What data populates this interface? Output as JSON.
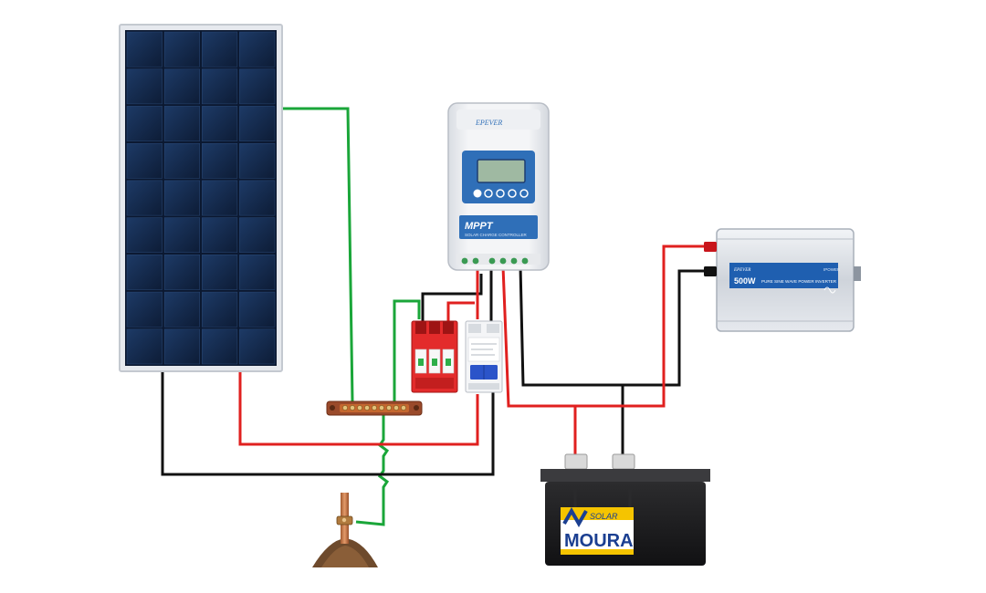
{
  "controller": {
    "brand": "EPEVER",
    "mppt_label": "MPPT",
    "subtitle": "SOLAR CHARGE CONTROLLER"
  },
  "inverter": {
    "brand": "EPEVER",
    "model": "IPOWER",
    "power": "500W",
    "description": "PURE SINE WAVE POWER INVERTER"
  },
  "battery": {
    "brand": "MOURA",
    "line": "SOLAR"
  },
  "colors": {
    "wire_positive": "#e0201f",
    "wire_negative": "#111111",
    "wire_ground": "#1aa639",
    "panel_cell": "#13284a",
    "controller_accent": "#2f6fb8",
    "spd_body": "#e32b2b",
    "battery_accent": "#f5c400"
  }
}
